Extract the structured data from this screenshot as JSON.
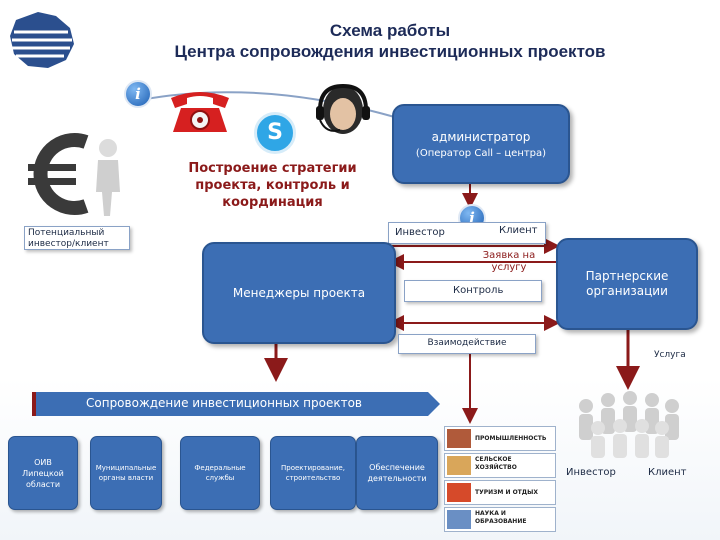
{
  "header": {
    "title_line1": "Схема работы",
    "title_line2": "Центра сопровождения инвестиционных проектов"
  },
  "admin_box": {
    "line1": "администратор",
    "line2": "(Оператор Call – центра)"
  },
  "strategy_text": "Построение стратегии проекта, контроль и координация",
  "investor_label": "Потенциальный инвестор/клиент",
  "managers_label": "Менеджеры проекта",
  "partners_label": "Партнерские организации",
  "flow_labels": {
    "investor": "Инвестор",
    "client": "Клиент",
    "request": "Заявка на услугу",
    "control": "Контроль",
    "interaction": "Взаимодействие",
    "service": "Услуга"
  },
  "support_banner": "Сопровождение инвестиционных проектов",
  "support_boxes": [
    {
      "label": "ОИВ Липецкой области"
    },
    {
      "label": "Муниципальные органы власти"
    },
    {
      "label": "Федеральные службы"
    },
    {
      "label": "Проектирование, строительство"
    },
    {
      "label": "Обеспечение деятельности"
    }
  ],
  "industries": [
    {
      "label": "ПРОМЫШЛЕННОСТЬ"
    },
    {
      "label": "СЕЛЬСКОЕ ХОЗЯЙСТВО"
    },
    {
      "label": "ТУРИЗМ И ОТДЫХ"
    },
    {
      "label": "НАУКА И ОБРАЗОВАНИЕ"
    }
  ],
  "bottom_right": {
    "investor": "Инвестор",
    "client": "Клиент"
  },
  "colors": {
    "accent_blue": "#3c6eb4",
    "arrow_dark_red": "#8b1a1a",
    "header_blue": "#1d2b58"
  }
}
